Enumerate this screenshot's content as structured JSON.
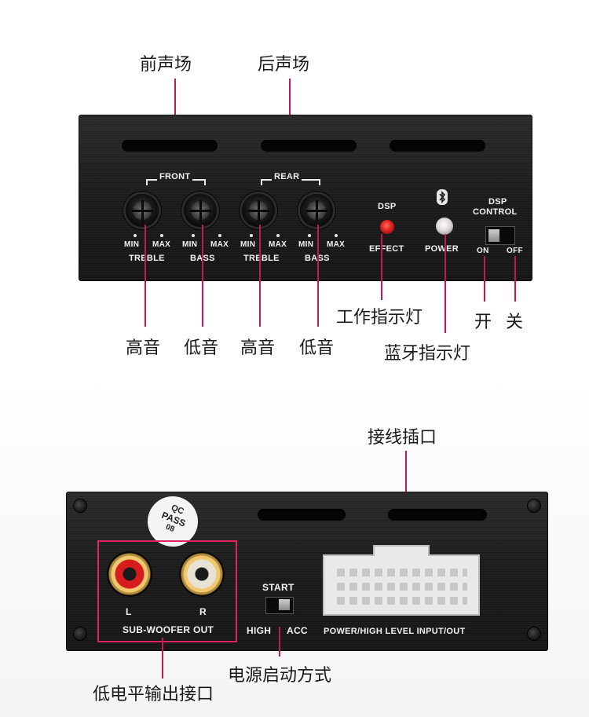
{
  "callouts": {
    "front_sound_field": "前声场",
    "rear_sound_field": "后声场",
    "treble_1": "高音",
    "bass_1": "低音",
    "treble_2": "高音",
    "bass_2": "低音",
    "working_indicator": "工作指示灯",
    "bluetooth_indicator": "蓝牙指示灯",
    "switch_on": "开",
    "switch_off": "关",
    "wiring_socket": "接线插口",
    "low_level_output": "低电平输出接口",
    "power_start_mode": "电源启动方式"
  },
  "top_panel": {
    "front_label": "FRONT",
    "rear_label": "REAR",
    "min": "MIN",
    "max": "MAX",
    "treble": "TREBLE",
    "bass": "BASS",
    "dsp": "DSP",
    "effect": "EFFECT",
    "power": "POWER",
    "dsp_control_line1": "DSP",
    "dsp_control_line2": "CONTROL",
    "on": "ON",
    "off": "OFF",
    "bluetooth_icon": "bluetooth-icon"
  },
  "bottom_panel": {
    "qc_line1": "QC",
    "qc_line2": "PASS",
    "qc_line3": "08",
    "left": "L",
    "right": "R",
    "sub_woofer_out": "SUB-WOOFER OUT",
    "start": "START",
    "high": "HIGH",
    "acc": "ACC",
    "power_input": "POWER/HIGH LEVEL INPUT/OUT"
  },
  "colors": {
    "accent_line": "#c2185b",
    "highlight_box": "#e0245e",
    "led_red": "#e02020",
    "rca_red": "#d61c1c",
    "rca_white": "#e8e2d6"
  }
}
